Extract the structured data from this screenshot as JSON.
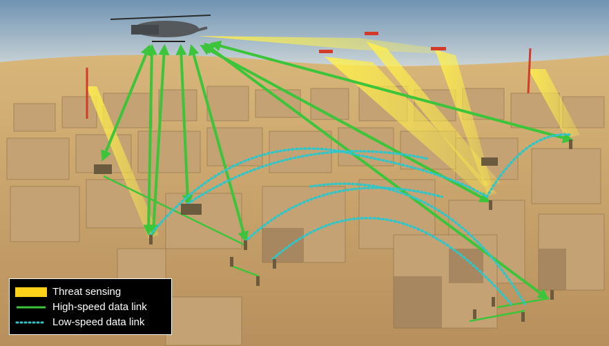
{
  "legend": {
    "items": [
      {
        "label": "Threat sensing",
        "color": "#ffd21a",
        "style": "fill"
      },
      {
        "label": "High-speed data link",
        "color": "#3cc43a",
        "style": "solid"
      },
      {
        "label": "Low-speed data link",
        "color": "#2fc6c9",
        "style": "dotted"
      }
    ]
  },
  "colors": {
    "sky": "#9fb8c9",
    "sand": "#d6b37a",
    "building": "#c9a97c",
    "threat": "#fff04a",
    "high_link": "#3cc43a",
    "low_link": "#2fc6c9",
    "tower": "#d23b2a"
  },
  "icons": [
    "helicopter-icon",
    "drone-icon",
    "radio-tower-icon",
    "soldier-icon",
    "vehicle-icon"
  ]
}
